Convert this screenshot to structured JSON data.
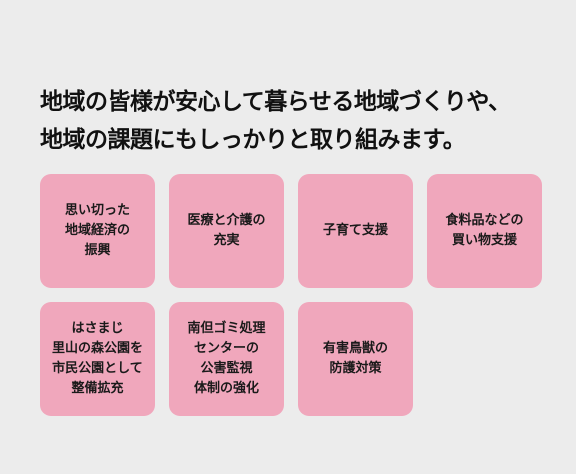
{
  "headline": {
    "line1": "地域の皆様が安心して暮らせる地域づくりや、",
    "line2": "地域の課題にもしっかりと取り組みます。"
  },
  "cards": [
    "思い切った\n地域経済の\n振興",
    "医療と介護の\n充実",
    "子育て支援",
    "食料品などの\n買い物支援",
    "はさまじ\n里山の森公園を\n市民公園として\n整備拡充",
    "南但ゴミ処理\nセンターの\n公害監視\n体制の強化",
    "有害鳥獣の\n防護対策"
  ],
  "colors": {
    "background": "#ececec",
    "card": "#f0a7bc",
    "text": "#111111"
  }
}
